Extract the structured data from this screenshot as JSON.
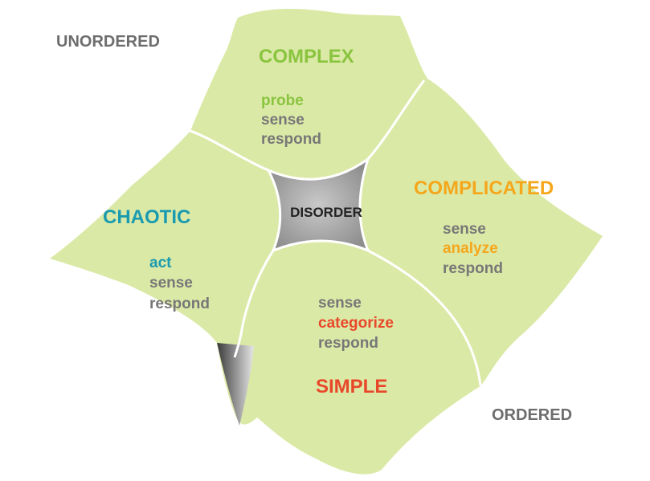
{
  "axis_labels": {
    "top_left": "UNORDERED",
    "bottom_right": "ORDERED"
  },
  "center": {
    "label": "DISORDER"
  },
  "domains": {
    "complex": {
      "title": "COMPLEX",
      "steps": [
        "probe",
        "sense",
        "respond"
      ],
      "accent_step": 0
    },
    "complicated": {
      "title": "COMPLICATED",
      "steps": [
        "sense",
        "analyze",
        "respond"
      ],
      "accent_step": 1
    },
    "chaotic": {
      "title": "CHAOTIC",
      "steps": [
        "act",
        "sense",
        "respond"
      ],
      "accent_step": 0
    },
    "simple": {
      "title": "SIMPLE",
      "steps": [
        "sense",
        "categorize",
        "respond"
      ],
      "accent_step": 1
    }
  },
  "colors": {
    "background": "#ffffff",
    "region_fill": "#dbe9a7",
    "divider": "#ffffff",
    "center_fill": "#9a9a9a",
    "axis_text": "#6d6d6d",
    "step_text": "#777777",
    "complex_accent": "#8ac43f",
    "complicated_accent": "#f5a71c",
    "chaotic_accent": "#1a9bb0",
    "simple_accent": "#e8482a",
    "center_text": "#222222"
  }
}
